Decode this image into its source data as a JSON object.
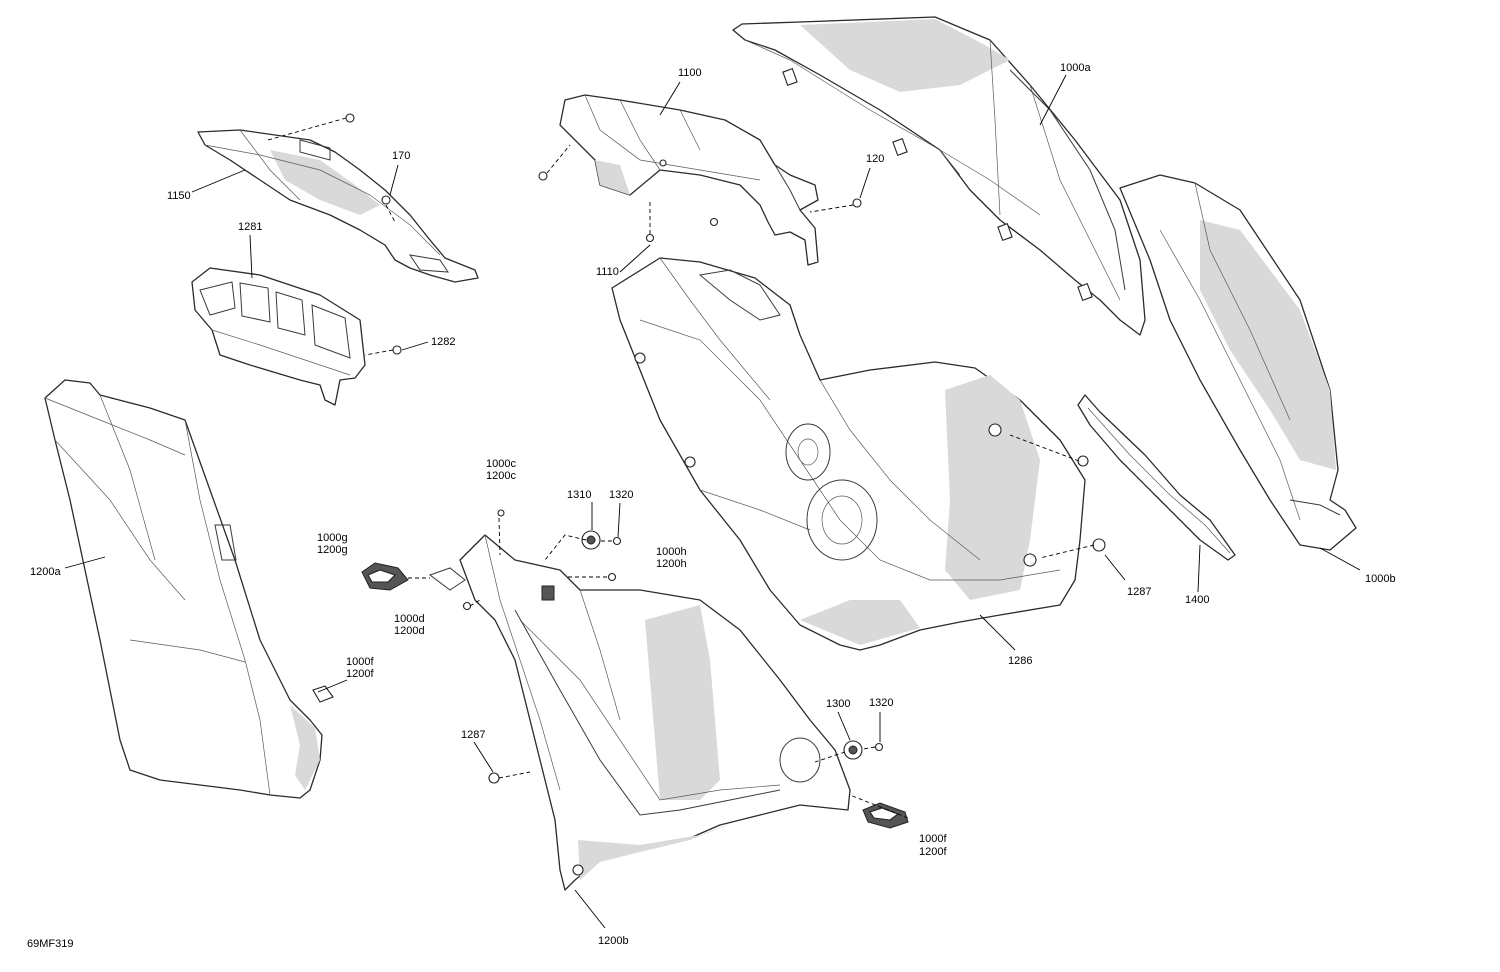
{
  "diagram_code": "69MF319",
  "callouts": {
    "c1000a": "1000a",
    "c1000b": "1000b",
    "c1000c": "1000c",
    "c1200c": "1200c",
    "c1000g": "1000g",
    "c1200g": "1200g",
    "c1000d": "1000d",
    "c1200d": "1200d",
    "c1000h": "1000h",
    "c1200h": "1200h",
    "c1000f_left": "1000f",
    "c1200f_left": "1200f",
    "c1000f_right": "1000f",
    "c1200f_right": "1200f",
    "c1100": "1100",
    "c1110": "1110",
    "c120": "120",
    "c1150": "1150",
    "c170": "170",
    "c1200a": "1200a",
    "c1200b": "1200b",
    "c1281": "1281",
    "c1282": "1282",
    "c1286": "1286",
    "c1287_right": "1287",
    "c1287_left": "1287",
    "c1300": "1300",
    "c1310": "1310",
    "c1320_top": "1320",
    "c1320_bottom": "1320",
    "c1400": "1400"
  }
}
